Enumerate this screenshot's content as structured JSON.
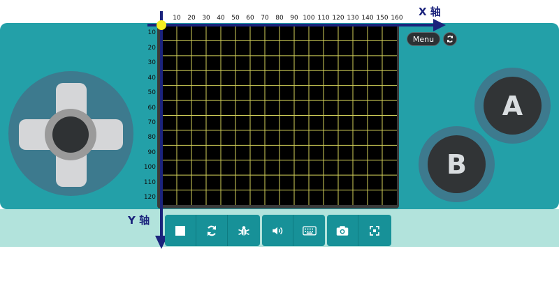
{
  "menu_label": "Menu",
  "buttons": {
    "a": "A",
    "b": "B"
  },
  "axes": {
    "x_label": "X 轴",
    "y_label": "Y 轴"
  },
  "x_ticks": [
    "10",
    "20",
    "30",
    "40",
    "50",
    "60",
    "70",
    "80",
    "90",
    "100",
    "110",
    "120",
    "130",
    "140",
    "150",
    "160"
  ],
  "y_ticks": [
    "10",
    "20",
    "30",
    "40",
    "50",
    "60",
    "70",
    "80",
    "90",
    "100",
    "110",
    "120"
  ],
  "toolbar": [
    [
      "stop-icon",
      "restart-icon",
      "debug-icon"
    ],
    [
      "sound-icon",
      "keyboard-icon"
    ],
    [
      "screenshot-icon",
      "fullscreen-icon"
    ]
  ],
  "colors": {
    "console": "#23a0a8",
    "grid": "#d4d25a",
    "axis": "#1b237c",
    "origin": "#f5ee22",
    "screen": "#000000"
  }
}
